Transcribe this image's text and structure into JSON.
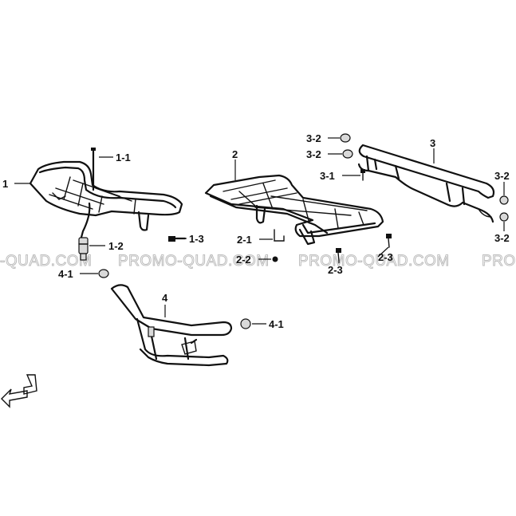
{
  "watermark": {
    "left": "-QUAD.COM",
    "center_left": "PROMO-QUAD.COM",
    "center_right": "PROMO-QUAD.COM",
    "right": "PRO"
  },
  "callouts": {
    "c1": "1",
    "c1_1": "1-1",
    "c1_2": "1-2",
    "c1_3": "1-3",
    "c2": "2",
    "c2_1": "2-1",
    "c2_2": "2-2",
    "c2_3a": "2-3",
    "c2_3b": "2-3",
    "c3": "3",
    "c3_1": "3-1",
    "c3_2a": "3-2",
    "c3_2b": "3-2",
    "c3_2c": "3-2",
    "c3_2d": "3-2",
    "c4": "4",
    "c4_1a": "4-1",
    "c4_1b": "4-1"
  }
}
